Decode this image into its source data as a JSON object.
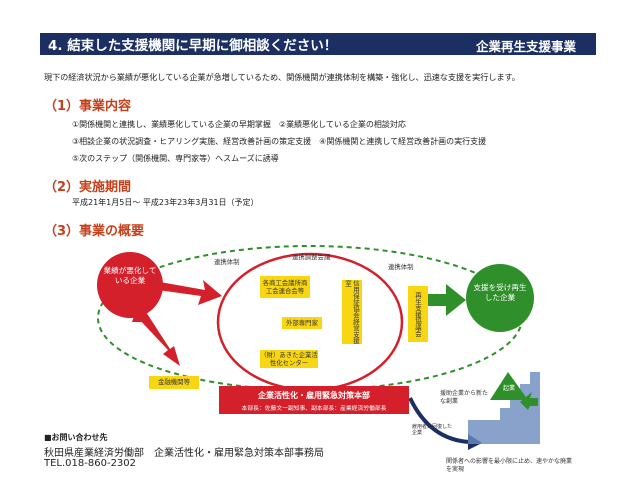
{
  "header": {
    "title": "4. 結束した支援機関に早期に御相談ください！",
    "subtitle": "企業再生支援事業"
  },
  "intro": "現下の経済状況から業績が悪化している企業が急増しているため、関係機関が連携体制を構築・強化し、迅速な支援を実行します。",
  "section1": {
    "heading": "（1）事業内容",
    "items": [
      "①関係機関と連携し、業績悪化している企業の早期掌握　②業績悪化している企業の相談対応",
      "③相談企業の状況調査・ヒアリング実施、経営改善計画の策定支援　④関係機関と連携して経営改善計画の実行支援",
      "⑤次のステップ（関係機関、専門家等）へスムーズに誘導"
    ]
  },
  "section2": {
    "heading": "（2）実施期間",
    "period": "平成21年1月5日～ 平成23年23年3月31日（予定）"
  },
  "section3": {
    "heading": "（3）事業の概要"
  },
  "diagram": {
    "left_circle": "業績が悪化している企業",
    "right_circle": "支援を受け再生した企業",
    "label_renkei_left": "連携体制",
    "label_chosei": "連携調整会議",
    "label_renkei_right": "連携体制",
    "box_shokokai": "各商工会議所商工会連合会等",
    "box_gaibu": "外部専門家",
    "box_akita": "（財）あきた企業活性化センター",
    "box_shinyo": "信用保証協会経営支援室",
    "box_saisei": "再生支援協議会",
    "box_kinyu": "金融機関等",
    "redbox_title": "企業活性化・雇用緊急対策本部",
    "redbox_sub": "本部長：佐藤文一副知事、副本部長：産業経済労働部長",
    "note_kyugyo": "援助企業から新たな創業",
    "note_koyo": "雇用者の回復した企業",
    "note_bottom": "関係者への影響を最小限に止め、速やかな廃業を実現",
    "mountain_label": "起業"
  },
  "contact": {
    "title": "■お問い合わせ先",
    "org": "秋田県産業経済労働部　企業活性化・雇用緊急対策本部事務局",
    "tel": "TEL.018-860-2302"
  },
  "colors": {
    "header_bg": "#1b2f62",
    "heading_red": "#c4411d",
    "diagram_red": "#d4202b",
    "box_yellow": "#f8d712",
    "diagram_green": "#2f8f2a"
  }
}
